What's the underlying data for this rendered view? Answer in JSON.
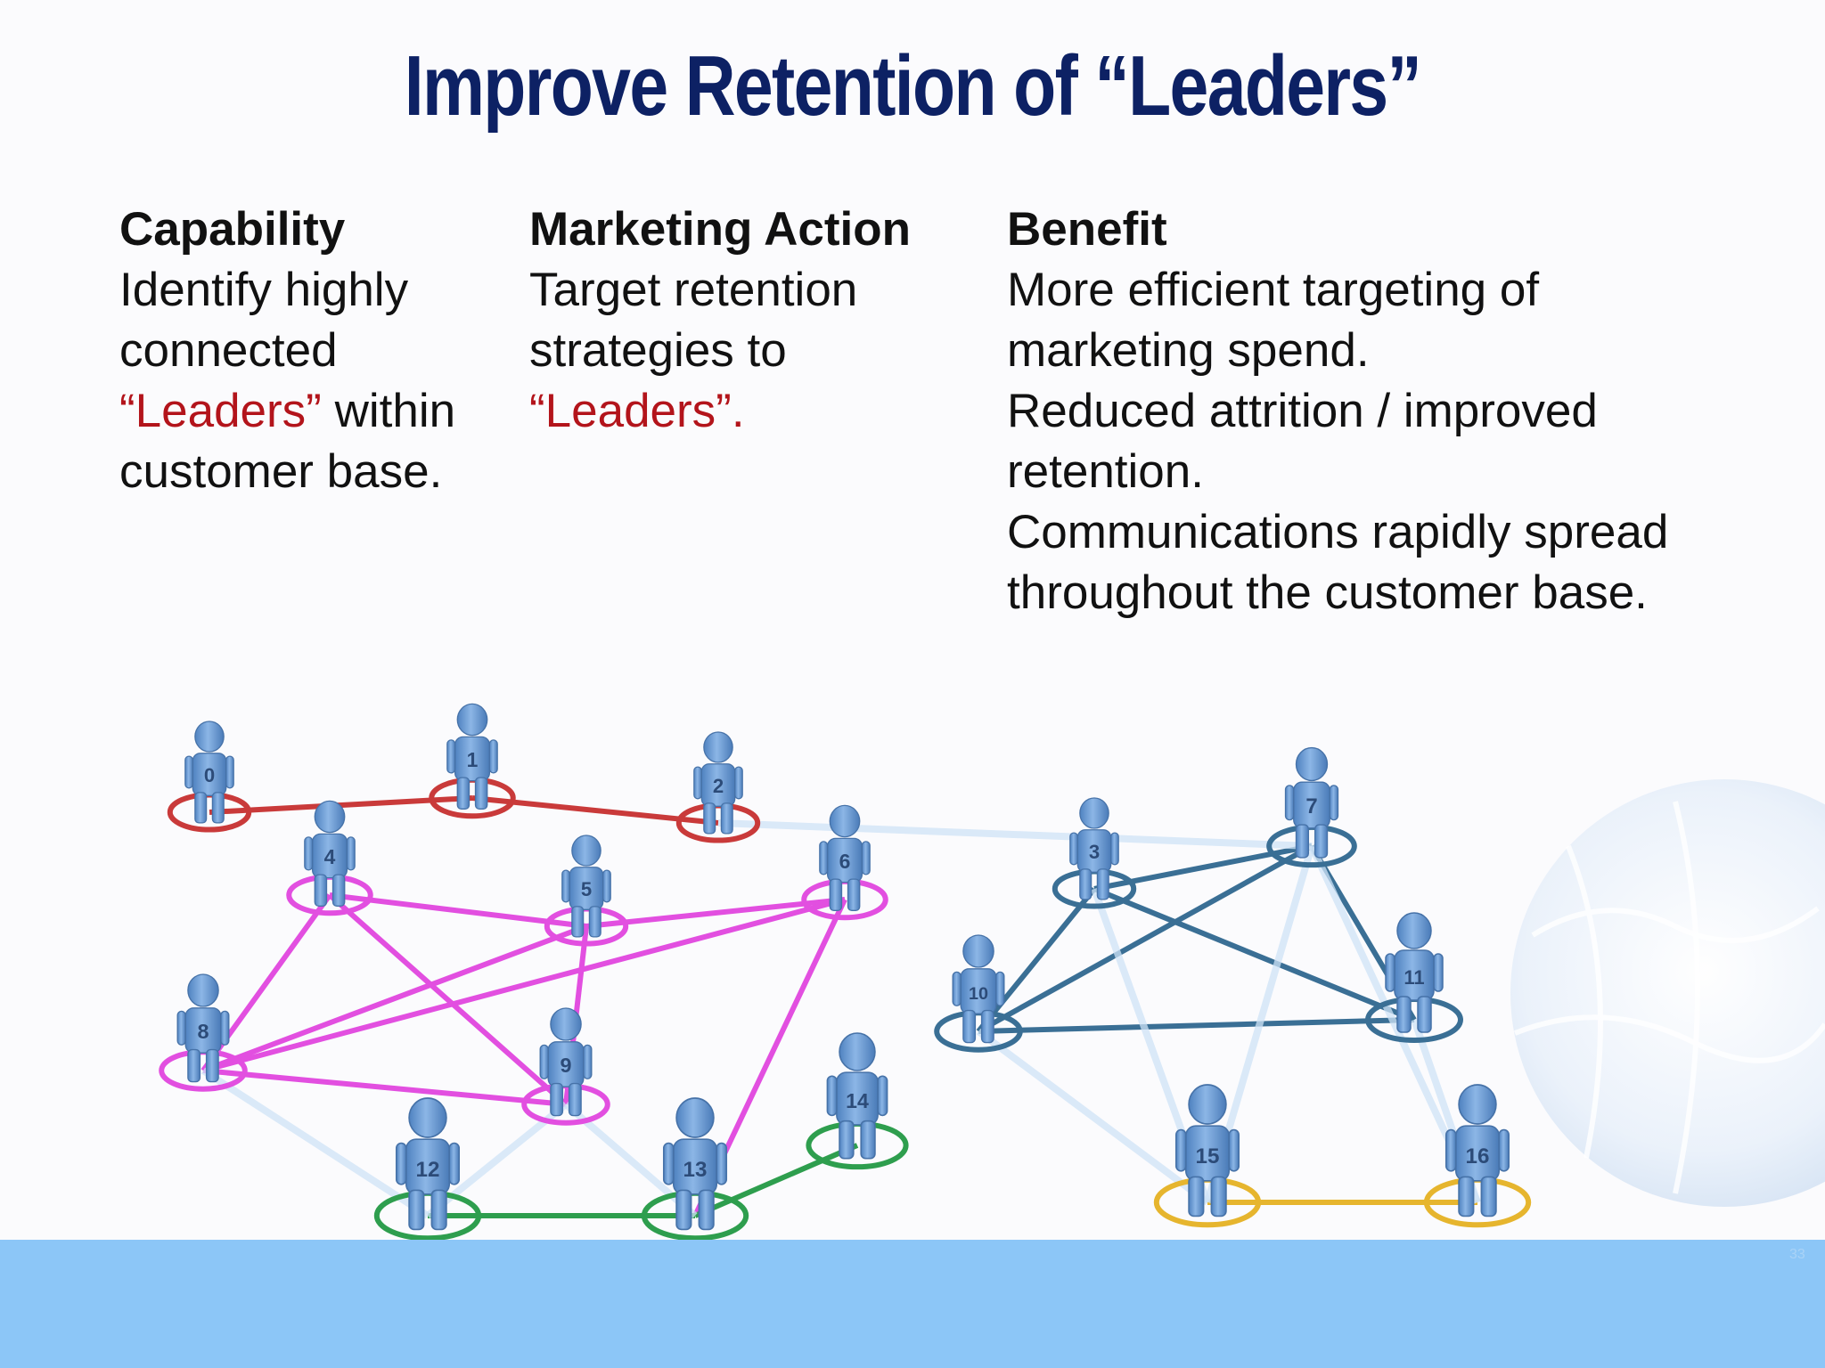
{
  "slide": {
    "title": "Improve Retention of “Leaders”",
    "page_number": "33"
  },
  "columns": {
    "capability": {
      "heading": "Capability",
      "line1": "Identify highly",
      "line2": "connected",
      "line3_red": "“Leaders”",
      "line3_rest": " within",
      "line4": "customer base."
    },
    "marketing_action": {
      "heading": "Marketing Action",
      "line1": "Target retention",
      "line2": "strategies  to",
      "line3_red": "“Leaders”."
    },
    "benefit": {
      "heading": "Benefit",
      "lines": [
        "More efficient targeting of",
        "marketing spend.",
        "Reduced attrition / improved",
        "retention.",
        "Communications rapidly spread",
        "throughout the customer base."
      ]
    }
  },
  "network": {
    "colors": {
      "red": "#c93a3a",
      "magenta": "#e24fe0",
      "green": "#2e9e4e",
      "blue": "#3a6f95",
      "gold": "#e6b52e",
      "faint": "#cfe3f7",
      "person": "#6f9fd6"
    },
    "nodes": [
      {
        "id": "0",
        "group": "red"
      },
      {
        "id": "1",
        "group": "red"
      },
      {
        "id": "2",
        "group": "red"
      },
      {
        "id": "3",
        "group": "blue"
      },
      {
        "id": "4",
        "group": "magenta"
      },
      {
        "id": "5",
        "group": "magenta"
      },
      {
        "id": "6",
        "group": "magenta"
      },
      {
        "id": "7",
        "group": "blue"
      },
      {
        "id": "8",
        "group": "magenta"
      },
      {
        "id": "9",
        "group": "magenta"
      },
      {
        "id": "10",
        "group": "blue"
      },
      {
        "id": "11",
        "group": "blue"
      },
      {
        "id": "12",
        "group": "green"
      },
      {
        "id": "13",
        "group": "green"
      },
      {
        "id": "14",
        "group": "green"
      },
      {
        "id": "15",
        "group": "gold"
      },
      {
        "id": "16",
        "group": "gold"
      }
    ],
    "edges": [
      {
        "a": "0",
        "b": "1",
        "color": "red"
      },
      {
        "a": "1",
        "b": "2",
        "color": "red"
      },
      {
        "a": "4",
        "b": "5",
        "color": "magenta"
      },
      {
        "a": "5",
        "b": "6",
        "color": "magenta"
      },
      {
        "a": "4",
        "b": "8",
        "color": "magenta"
      },
      {
        "a": "4",
        "b": "9",
        "color": "magenta"
      },
      {
        "a": "5",
        "b": "8",
        "color": "magenta"
      },
      {
        "a": "5",
        "b": "9",
        "color": "magenta"
      },
      {
        "a": "6",
        "b": "8",
        "color": "magenta"
      },
      {
        "a": "6",
        "b": "13",
        "color": "magenta"
      },
      {
        "a": "8",
        "b": "9",
        "color": "magenta"
      },
      {
        "a": "12",
        "b": "13",
        "color": "green"
      },
      {
        "a": "13",
        "b": "14",
        "color": "green"
      },
      {
        "a": "3",
        "b": "7",
        "color": "blue"
      },
      {
        "a": "3",
        "b": "10",
        "color": "blue"
      },
      {
        "a": "3",
        "b": "11",
        "color": "blue"
      },
      {
        "a": "7",
        "b": "10",
        "color": "blue"
      },
      {
        "a": "7",
        "b": "11",
        "color": "blue"
      },
      {
        "a": "10",
        "b": "11",
        "color": "blue"
      },
      {
        "a": "15",
        "b": "16",
        "color": "gold"
      },
      {
        "a": "2",
        "b": "7",
        "color": "faint"
      },
      {
        "a": "8",
        "b": "12",
        "color": "faint"
      },
      {
        "a": "12",
        "b": "9",
        "color": "faint"
      },
      {
        "a": "9",
        "b": "13",
        "color": "faint"
      },
      {
        "a": "10",
        "b": "15",
        "color": "faint"
      },
      {
        "a": "3",
        "b": "15",
        "color": "faint"
      },
      {
        "a": "7",
        "b": "15",
        "color": "faint"
      },
      {
        "a": "11",
        "b": "16",
        "color": "faint"
      },
      {
        "a": "7",
        "b": "16",
        "color": "faint"
      }
    ]
  }
}
